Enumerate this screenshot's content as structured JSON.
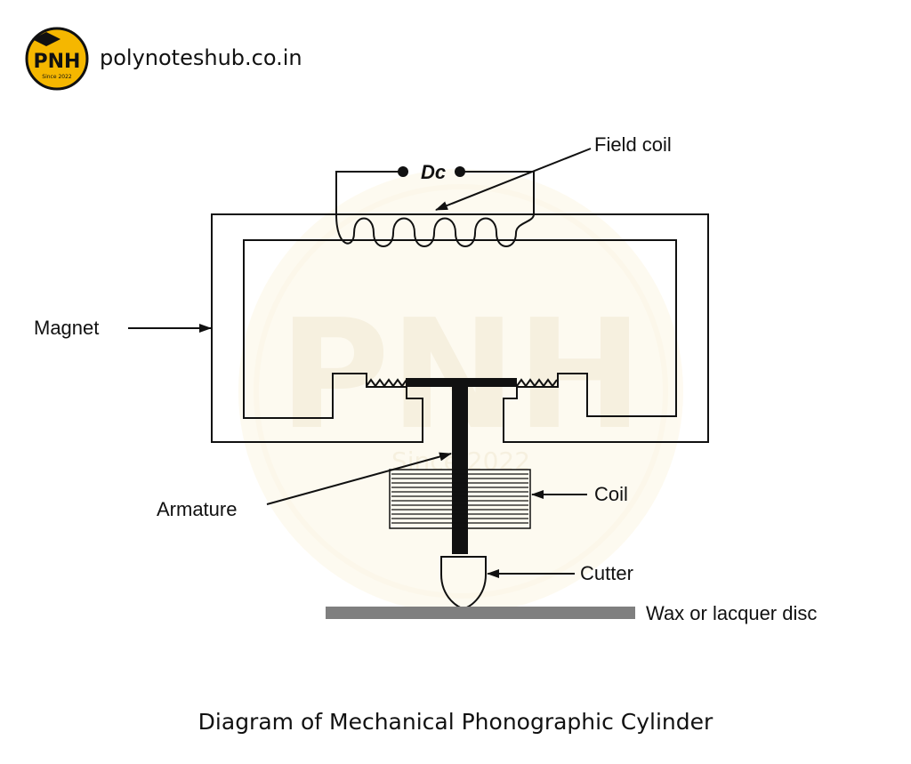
{
  "brand": {
    "logo_text": "PNH",
    "logo_subtext": "Since 2022",
    "site": "polynoteshub.co.in",
    "accent_color": "#f5b700",
    "watermark_text": "PNH",
    "watermark_subtext": "Since 2022"
  },
  "diagram": {
    "labels": {
      "dc": "Dc",
      "field_coil": "Field coil",
      "magnet": "Magnet",
      "armature": "Armature",
      "coil": "Coil",
      "cutter": "Cutter",
      "disc": "Wax or lacquer disc"
    }
  },
  "caption": "Diagram of Mechanical Phonographic Cylinder"
}
